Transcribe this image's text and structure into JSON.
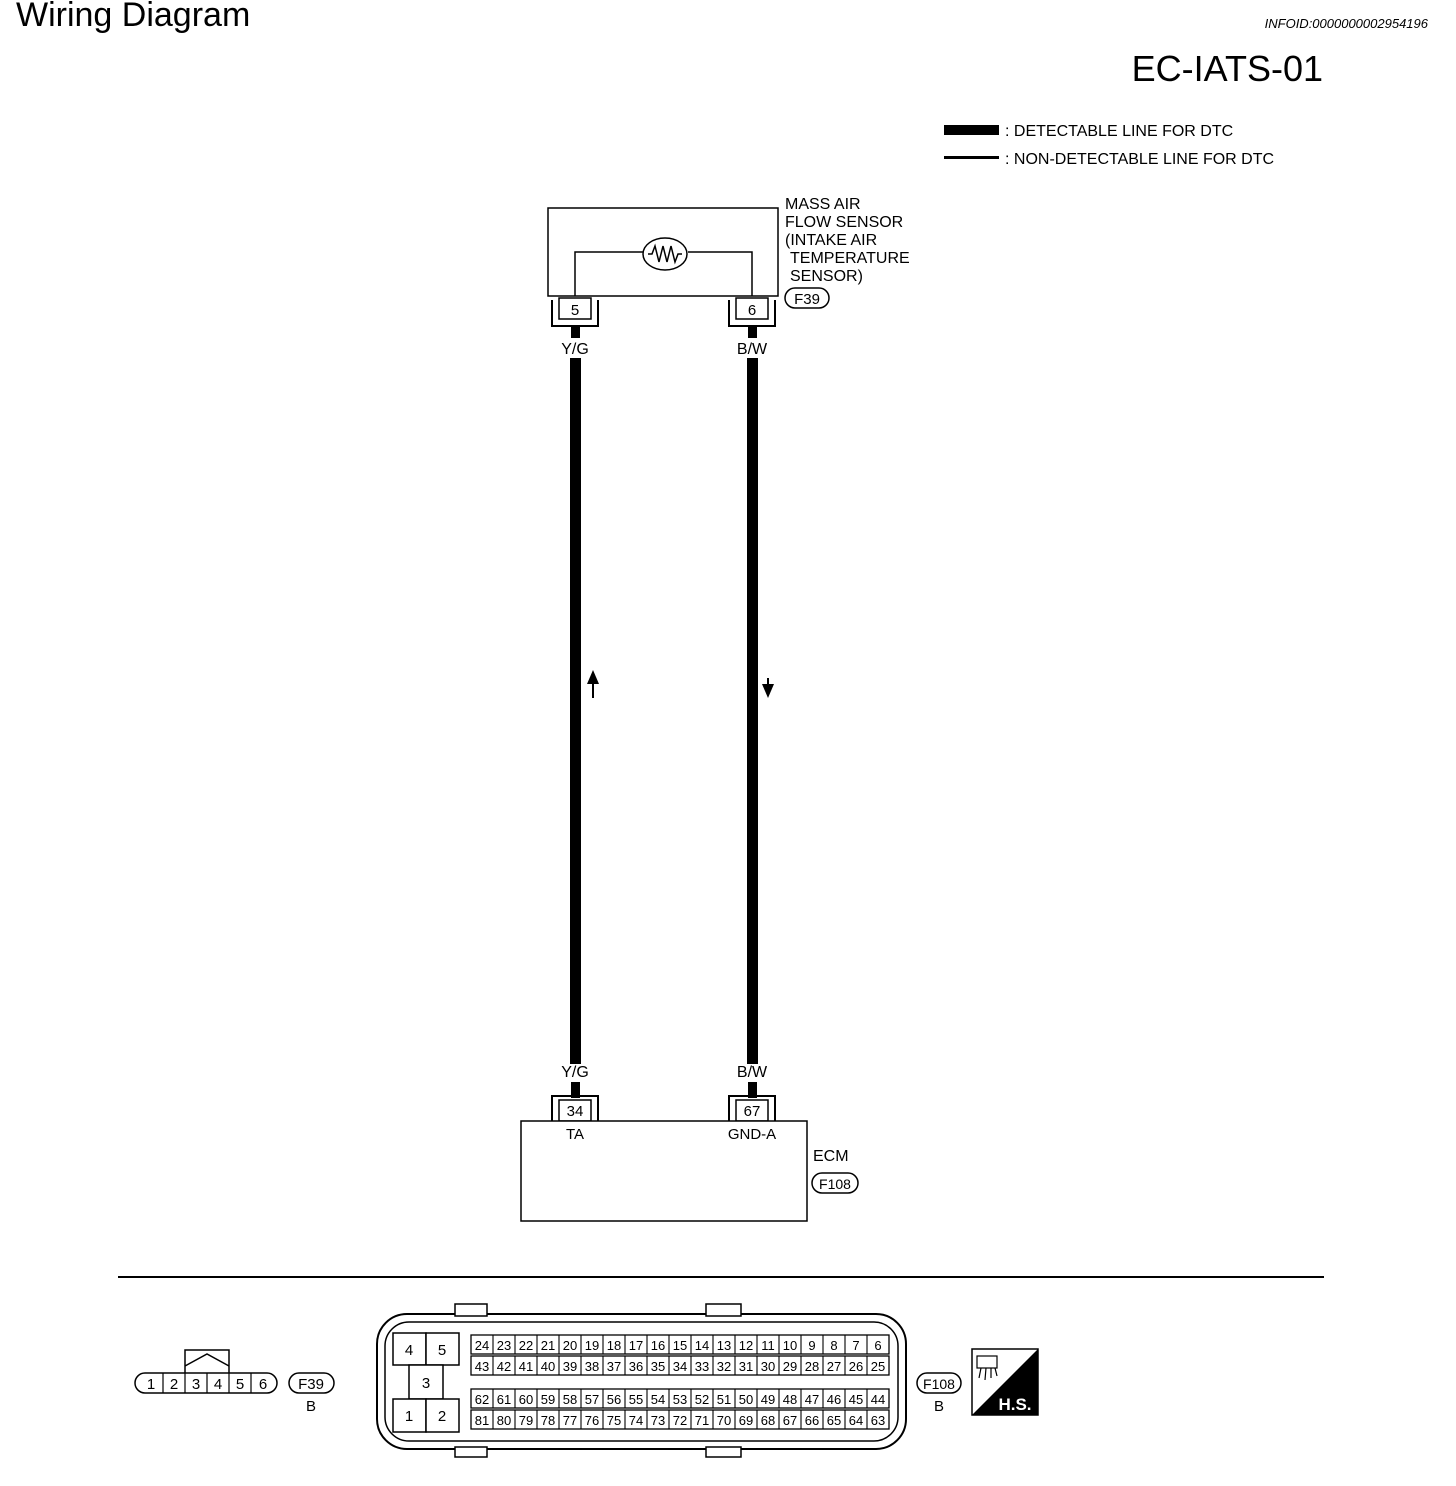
{
  "header": {
    "title": "Wiring Diagram",
    "info_id": "INFOID:0000000002954196",
    "code": "EC-IATS-01"
  },
  "legend": {
    "detectable": ": DETECTABLE LINE FOR DTC",
    "non_detectable": ": NON-DETECTABLE LINE FOR DTC"
  },
  "sensor": {
    "name_lines": [
      "MASS AIR",
      "FLOW SENSOR",
      "(INTAKE AIR",
      "TEMPERATURE",
      "SENSOR)"
    ],
    "connector": "F39",
    "pins": [
      "5",
      "6"
    ]
  },
  "wires": {
    "left_color": "Y/G",
    "right_color": "B/W"
  },
  "ecm": {
    "name": "ECM",
    "connector": "F108",
    "pins": [
      "34",
      "67"
    ],
    "pin_labels": [
      "TA",
      "GND-A"
    ]
  },
  "connector_f39": {
    "label": "F39",
    "color": "B",
    "pins": [
      "1",
      "2",
      "3",
      "4",
      "5",
      "6"
    ]
  },
  "connector_f108": {
    "label": "F108",
    "color": "B",
    "big_pins": [
      "4",
      "5",
      "3",
      "1",
      "2"
    ],
    "rows": [
      [
        "24",
        "23",
        "22",
        "21",
        "20",
        "19",
        "18",
        "17",
        "16",
        "15",
        "14",
        "13",
        "12",
        "11",
        "10",
        "9",
        "8",
        "7",
        "6"
      ],
      [
        "43",
        "42",
        "41",
        "40",
        "39",
        "38",
        "37",
        "36",
        "35",
        "34",
        "33",
        "32",
        "31",
        "30",
        "29",
        "28",
        "27",
        "26",
        "25"
      ],
      [
        "62",
        "61",
        "60",
        "59",
        "58",
        "57",
        "56",
        "55",
        "54",
        "53",
        "52",
        "51",
        "50",
        "49",
        "48",
        "47",
        "46",
        "45",
        "44"
      ],
      [
        "81",
        "80",
        "79",
        "78",
        "77",
        "76",
        "75",
        "74",
        "73",
        "72",
        "71",
        "70",
        "69",
        "68",
        "67",
        "66",
        "65",
        "64",
        "63"
      ]
    ]
  },
  "hs_badge": "H.S."
}
